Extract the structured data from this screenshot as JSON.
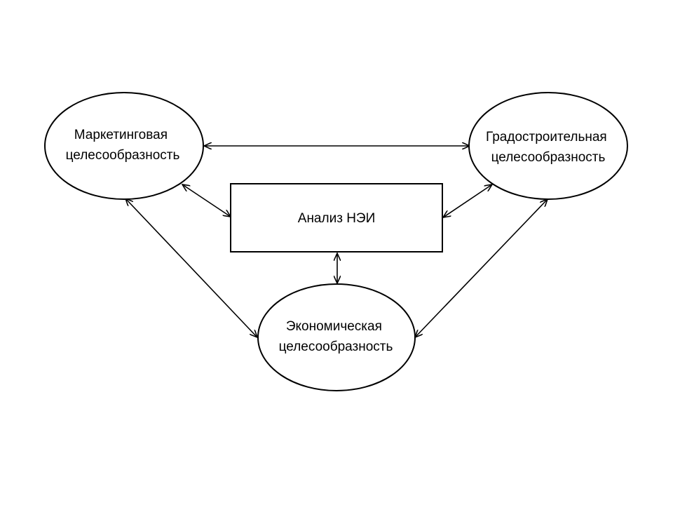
{
  "diagram": {
    "nodes": {
      "marketing": {
        "line1": "Маркетинговая",
        "line2": "целесообразность"
      },
      "urban": {
        "line1": "Градостроительная",
        "line2": "целесообразность"
      },
      "analysis": {
        "label": "Анализ НЭИ"
      },
      "economic": {
        "line1": "Экономическая",
        "line2": "целесообразность"
      }
    },
    "edges": [
      {
        "from": "marketing",
        "to": "urban",
        "direction": "both"
      },
      {
        "from": "marketing",
        "to": "analysis",
        "direction": "both"
      },
      {
        "from": "urban",
        "to": "analysis",
        "direction": "both"
      },
      {
        "from": "analysis",
        "to": "economic",
        "direction": "both"
      },
      {
        "from": "marketing",
        "to": "economic",
        "direction": "both"
      },
      {
        "from": "urban",
        "to": "economic",
        "direction": "both"
      }
    ],
    "colors": {
      "stroke": "#000000",
      "background": "#ffffff"
    }
  }
}
